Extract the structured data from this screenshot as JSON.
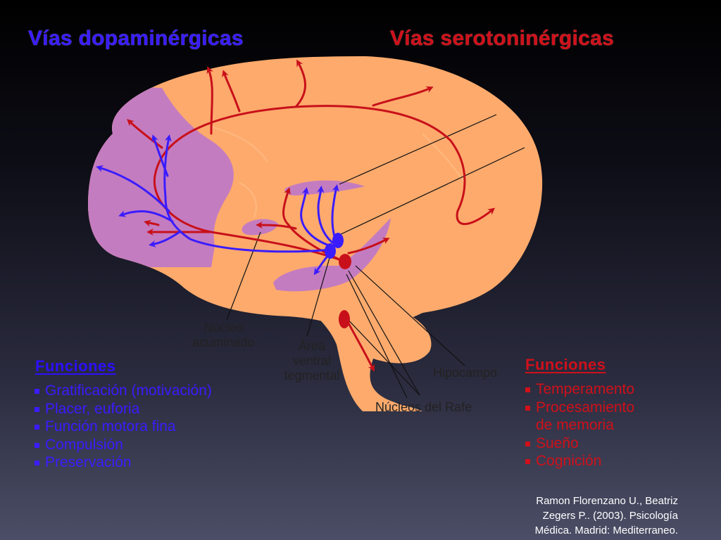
{
  "titles": {
    "dopamine": "Vías dopaminérgicas",
    "serotonin": "Vías serotoninérgicas"
  },
  "labels": {
    "nucleus_accumbens": [
      "Núcleo",
      "acuminado"
    ],
    "vta": [
      "Área",
      "ventral",
      "tegmental"
    ],
    "hippocampus": "Hipocampo",
    "raphe": "Núcleos del Rafe"
  },
  "dopamine_functions": {
    "heading": "Funciones",
    "items": [
      "Gratificación (motivación)",
      "Placer, euforia",
      "Función motora fina",
      "Compulsión",
      "Preservación"
    ]
  },
  "serotonin_functions": {
    "heading": "Funciones",
    "items": [
      "Temperamento",
      "Procesamiento",
      "de memoria",
      "Sueño",
      "Cognición"
    ]
  },
  "citation": [
    "Ramon Florenzano U., Beatriz",
    "Zegers P.. (2003). Psicología",
    "Médica. Madrid: Mediterraneo."
  ],
  "colors": {
    "dopamine": "#3a1cff",
    "serotonin": "#c8101a",
    "brain": "#fdaa6c",
    "region": "#c47cc0"
  }
}
